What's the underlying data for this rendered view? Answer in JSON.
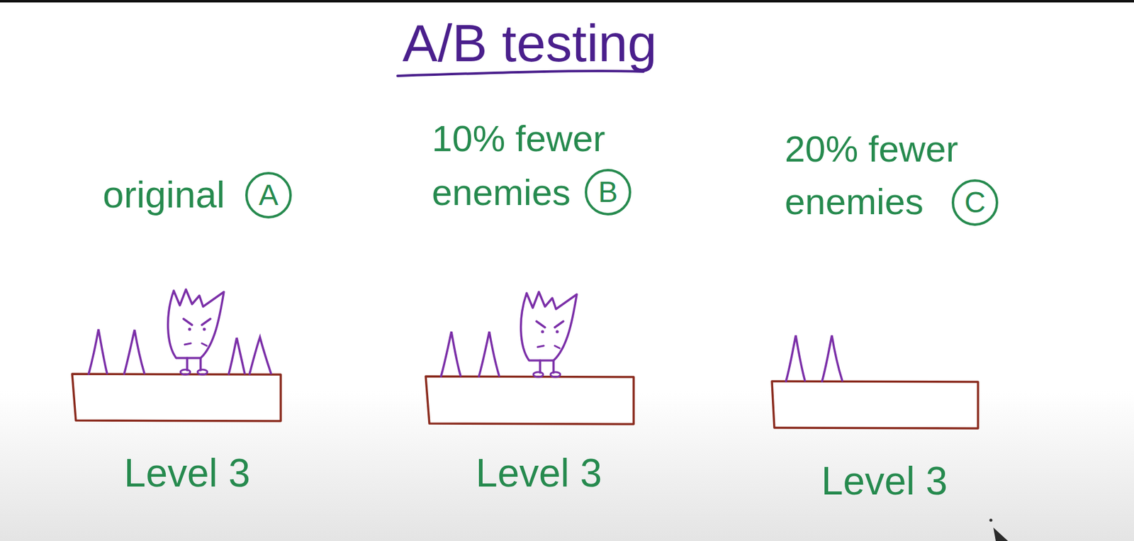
{
  "diagram": {
    "title": "A/B testing",
    "nodes": [
      {
        "text": [
          "A"
        ]
      },
      {
        "text": [
          "B"
        ]
      },
      {
        "text": [
          "C"
        ]
      }
    ],
    "labels": [
      "original",
      "10% fewer enemies",
      "20% fewer enemies",
      "Level 3",
      "Level 3",
      "Level 3"
    ]
  }
}
